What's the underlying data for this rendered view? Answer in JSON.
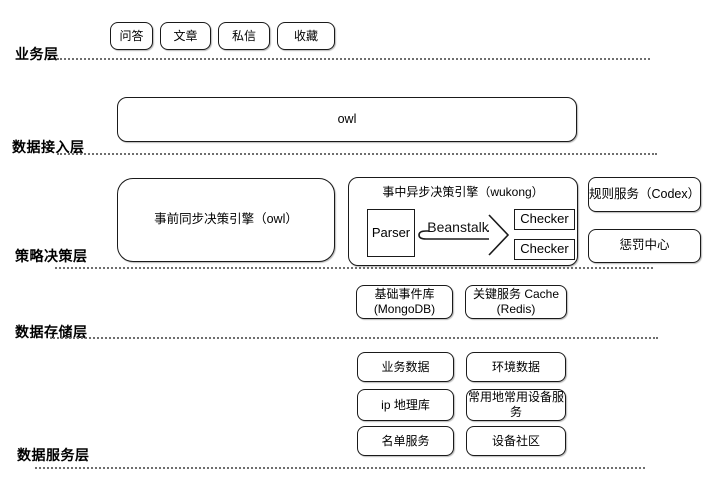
{
  "colors": {
    "border": "#1a1a1a",
    "divider": "#6e6e6e",
    "background": "#ffffff",
    "text": "#000000"
  },
  "layers": {
    "business": {
      "label": "业务层",
      "items": [
        "问答",
        "文章",
        "私信",
        "收藏"
      ]
    },
    "data_access": {
      "label": "数据接入层",
      "gateway": "owl"
    },
    "strategy": {
      "label": "策略决策层",
      "pre_sync_engine": "事前同步决策引擎（owl）",
      "async_engine_title": "事中异步决策引擎（wukong）",
      "parser": "Parser",
      "queue": "Beanstalk",
      "checker_top": "Checker",
      "checker_bottom": "Checker",
      "rule_service": "规则服务（Codex）",
      "punishment_center": "惩罚中心"
    },
    "storage": {
      "label": "数据存储层",
      "boxes": [
        {
          "line1": "基础事件库",
          "line2": "(MongoDB)"
        },
        {
          "line1": "关键服务 Cache",
          "line2": "(Redis)"
        }
      ]
    },
    "service": {
      "label": "数据服务层",
      "boxes": [
        "业务数据",
        "环境数据",
        "ip 地理库",
        "常用地常用设备服务",
        "名单服务",
        "设备社区"
      ]
    }
  }
}
